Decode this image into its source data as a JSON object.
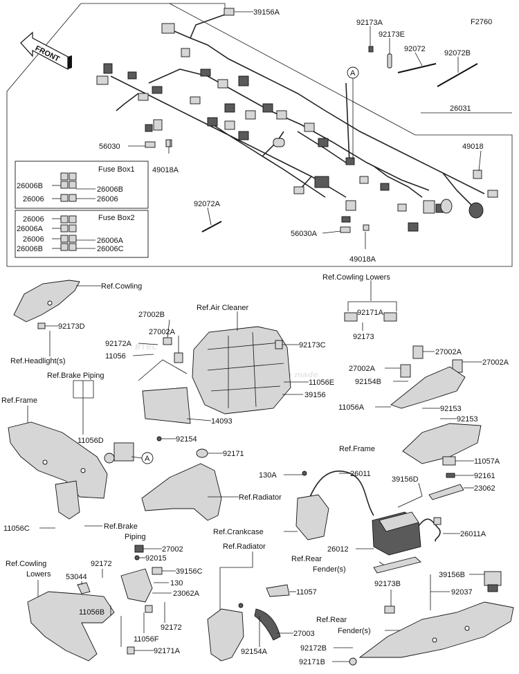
{
  "figure_code": "F2760",
  "front_label": "FRONT",
  "watermark": {
    "brand": "BTBC",
    "tagline": "ions are made"
  },
  "callout_a": "A",
  "fuse_box1": {
    "title": "Fuse Box1",
    "left": [
      "26006B",
      "26006"
    ],
    "right": [
      "26006B",
      "26006"
    ]
  },
  "fuse_box2": {
    "title": "Fuse Box2",
    "left": [
      "26006",
      "26006A",
      "26006",
      "26006B"
    ],
    "right": [
      "26006A",
      "26006C"
    ]
  },
  "labels": {
    "p39156A": "39156A",
    "p92173A": "92173A",
    "p92173E": "92173E",
    "p92072": "92072",
    "p92072B": "92072B",
    "p26031": "26031",
    "p56030": "56030",
    "p49018A_top": "49018A",
    "p49018": "49018",
    "p92072A": "92072A",
    "p56030A": "56030A",
    "p49018A": "49018A",
    "ref_cowling": "Ref.Cowling",
    "p92173D": "92173D",
    "ref_headlight": "Ref.Headlight(s)",
    "ref_air_cleaner": "Ref.Air Cleaner",
    "p27002B": "27002B",
    "p27002A_a": "27002A",
    "p92172A": "92172A",
    "p11056": "11056",
    "p92173C": "92173C",
    "p11056E": "11056E",
    "p39156": "39156",
    "p14093": "14093",
    "ref_cowling_lowers_top": "Ref.Cowling Lowers",
    "p92171A_top": "92171A",
    "p92173": "92173",
    "p27002A_b": "27002A",
    "p27002A_c": "27002A",
    "p27002A_d": "27002A",
    "p92154B": "92154B",
    "p11056A": "11056A",
    "p92153_a": "92153",
    "p92153_b": "92153",
    "ref_frame_right": "Ref.Frame",
    "p11057A": "11057A",
    "p92161": "92161",
    "p39156D": "39156D",
    "p23062": "23062",
    "ref_brake_piping_top": "Ref.Brake Piping",
    "ref_frame_left": "Ref.Frame",
    "p11056D": "11056D",
    "p92154": "92154",
    "p92171": "92171",
    "ref_radiator_a": "Ref.Radiator",
    "p130A": "130A",
    "p26011": "26011",
    "p11056C": "11056C",
    "ref_brake_piping_mid1": "Ref.Brake",
    "ref_brake_piping_mid2": "Piping",
    "ref_crankcase": "Ref.Crankcase",
    "p27002": "27002",
    "p26011A": "26011A",
    "p26012": "26012",
    "ref_radiator_b": "Ref.Radiator",
    "ref_rear_fender_a1": "Ref.Rear",
    "ref_rear_fender_a2": "Fender(s)",
    "ref_cowling_lowers_bot1": "Ref.Cowling",
    "ref_cowling_lowers_bot2": "Lowers",
    "p92172_a": "92172",
    "p53044": "53044",
    "p92015": "92015",
    "p39156C": "39156C",
    "p130": "130",
    "p23062A": "23062A",
    "p11057": "11057",
    "p92173B": "92173B",
    "p39156B": "39156B",
    "p92037": "92037",
    "p11056B": "11056B",
    "p92172_b": "92172",
    "p11056F": "11056F",
    "p27003": "27003",
    "ref_rear_fender_b1": "Ref.Rear",
    "ref_rear_fender_b2": "Fender(s)",
    "p92171A": "92171A",
    "p92154A": "92154A",
    "p92172B": "92172B",
    "p92171B": "92171B"
  }
}
